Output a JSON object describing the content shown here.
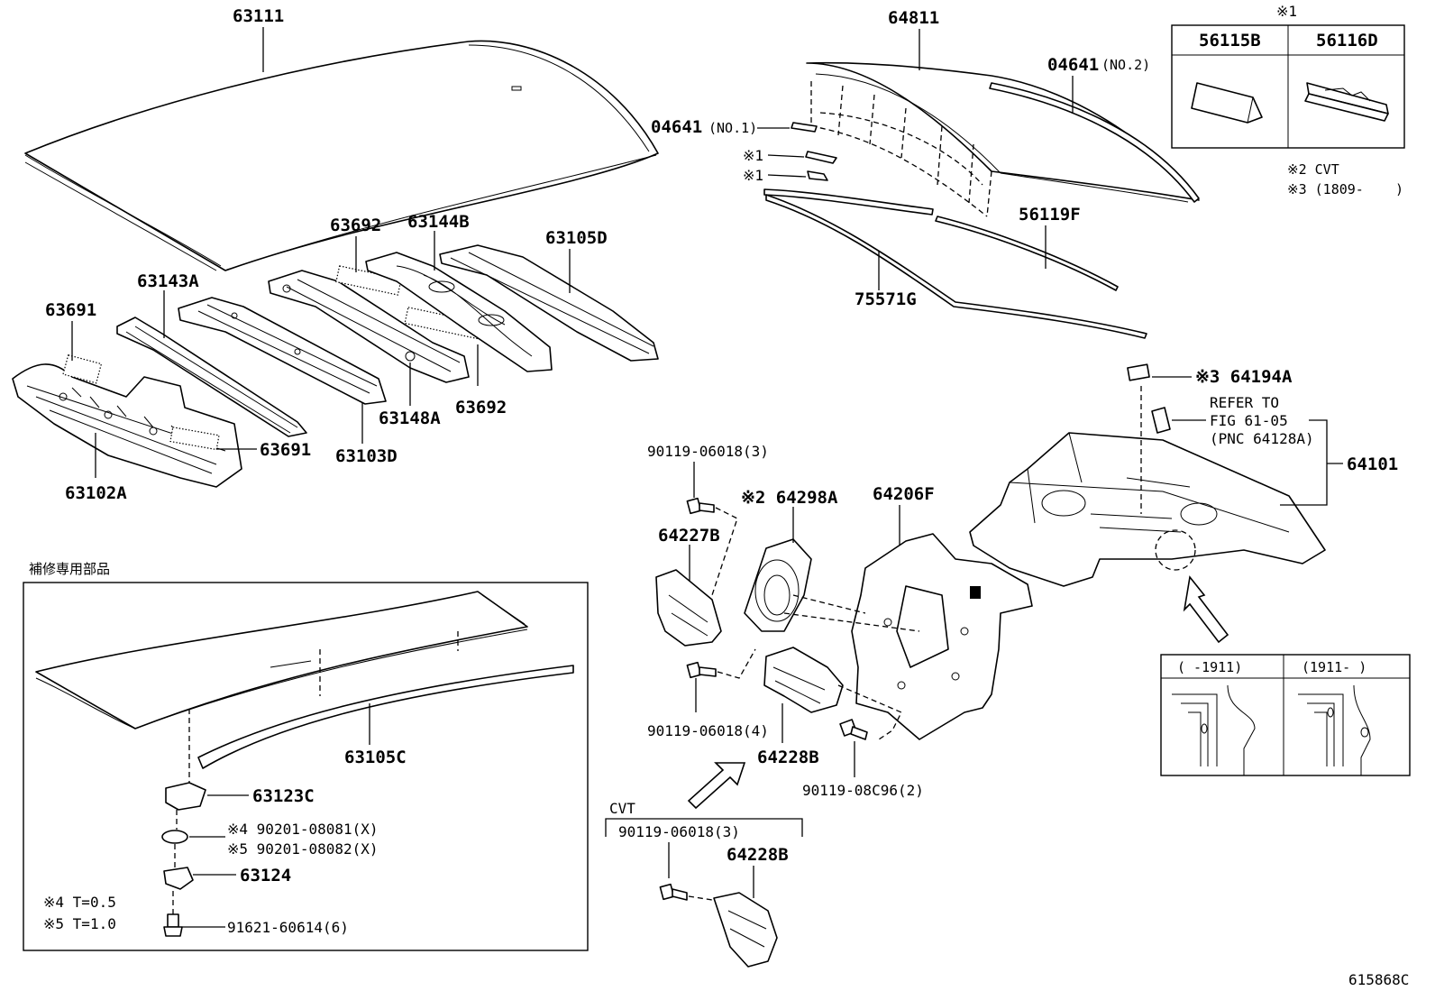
{
  "parts": {
    "p63111": "63111",
    "p64811": "64811",
    "p04641_no2": "04641",
    "p04641_no2_sfx": "(NO.2)",
    "p04641_no1": "04641",
    "p04641_no1_sfx": "(NO.1)",
    "mark1a": "※1",
    "mark1b": "※1",
    "p56119F": "56119F",
    "p75571G": "75571G",
    "p63692a": "63692",
    "p63144B": "63144B",
    "p63105D": "63105D",
    "p63143A": "63143A",
    "p63691a": "63691",
    "p63691b": "63691",
    "p63102A": "63102A",
    "p63103D": "63103D",
    "p63148A": "63148A",
    "p63692b": "63692",
    "p64194A": "※3 64194A",
    "refer1": "REFER TO",
    "refer2": "FIG 61-05",
    "refer3": "(PNC 64128A)",
    "p64101": "64101",
    "b9011906018_3a": "90119-06018(3)",
    "p64298A": "※2 64298A",
    "p64206F": "64206F",
    "p64227B": "64227B",
    "b9011906018_4": "90119-06018(4)",
    "p64228B": "64228B",
    "b9011908C96": "90119-08C96(2)",
    "cvt": "CVT",
    "b9011906018_3b": "90119-06018(3)",
    "p64228B_cvt": "64228B",
    "p63105C": "63105C",
    "p63123C": "63123C",
    "w1": "※4 90201-08081(X)",
    "w2": "※5 90201-08082(X)",
    "p63124": "63124",
    "b9162160614": "91621-60614(6)",
    "note4": "※4 T=0.5",
    "note5": "※5 T=1.0",
    "repair_title": "補修専用部品",
    "diagram_id": "615868C"
  },
  "legend": {
    "mark": "※1",
    "col1": "56115B",
    "col2": "56116D",
    "note2": "※2 CVT",
    "note3": "※3 (1809-",
    "note3_close": ")"
  },
  "detail": {
    "col1": "(   -1911)",
    "col2": "(1911-    )"
  }
}
